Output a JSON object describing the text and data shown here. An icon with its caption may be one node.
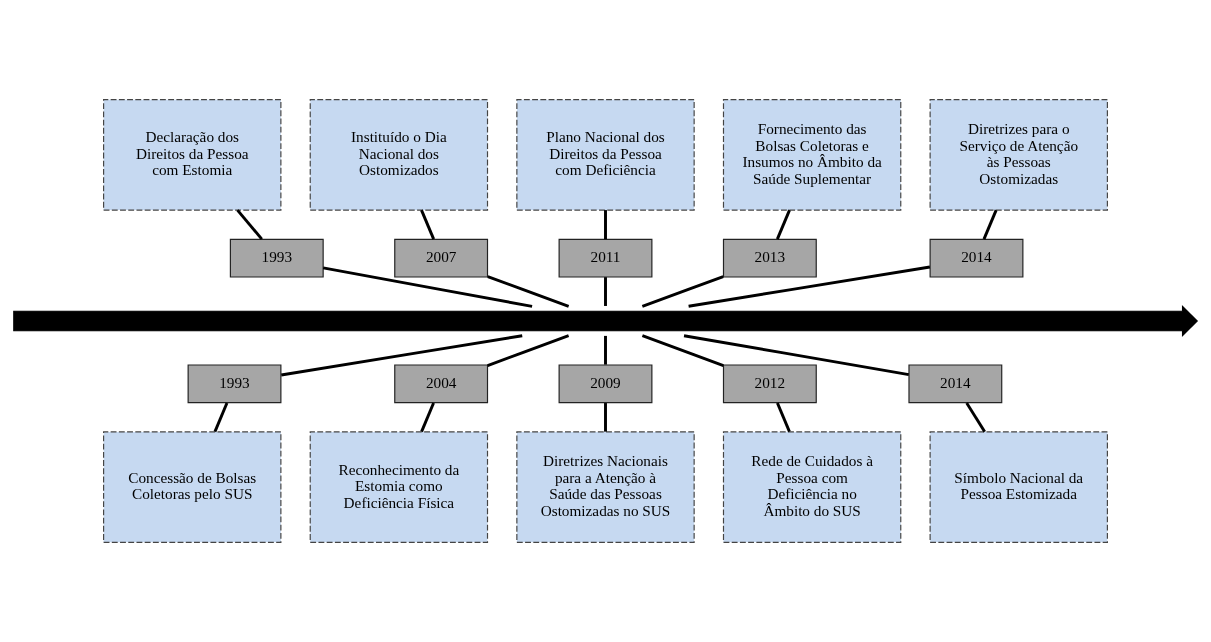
{
  "diagram": {
    "nodes": [
      {
        "text": [
          "Declaração dos Direitos da Pessoa com Estomia"
        ]
      },
      {
        "text": [
          "Instituído o Dia Nacional dos Ostomizados"
        ]
      },
      {
        "text": [
          "Plano Nacional dos Direitos da Pessoa com Deficiência"
        ]
      },
      {
        "text": [
          "Fornecimento das Bolsas Coletoras e Insumos no Âmbito da Saúde Suplementar"
        ]
      },
      {
        "text": [
          "Diretrizes para o Serviço de Atenção às Pessoas Ostomizadas"
        ]
      },
      {
        "text": [
          "1993"
        ]
      },
      {
        "text": [
          "2007"
        ]
      },
      {
        "text": [
          "2011"
        ]
      },
      {
        "text": [
          "2013"
        ]
      },
      {
        "text": [
          "2014"
        ]
      },
      {
        "text": [],
        "shape": "arrow"
      },
      {
        "text": [
          "1993"
        ]
      },
      {
        "text": [
          "2004"
        ]
      },
      {
        "text": [
          "2009"
        ]
      },
      {
        "text": [
          "2012"
        ]
      },
      {
        "text": [
          "2014"
        ]
      },
      {
        "text": [
          "Concessão de Bolsas Coletoras pelo SUS"
        ]
      },
      {
        "text": [
          "Reconhecimento da Estomia como Deficiência Física"
        ]
      },
      {
        "text": [
          "Diretrizes Nacionais para a Atenção à Saúde das Pessoas Ostomizadas no SUS"
        ]
      },
      {
        "text": [
          "Rede de Cuidados à Pessoa com Deficiência no Âmbito do SUS"
        ]
      },
      {
        "text": [
          "Símbolo Nacional da Pessoa Estomizada"
        ]
      }
    ],
    "edges": [
      {
        "from": 0,
        "to": 5,
        "arrow": "none"
      },
      {
        "from": 1,
        "to": 6,
        "arrow": "none"
      },
      {
        "from": 2,
        "to": 7,
        "arrow": "none"
      },
      {
        "from": 3,
        "to": 8,
        "arrow": "none"
      },
      {
        "from": 4,
        "to": 9,
        "arrow": "none"
      },
      {
        "from": 5,
        "to": 10,
        "arrow": "none"
      },
      {
        "from": 6,
        "to": 10,
        "arrow": "none"
      },
      {
        "from": 7,
        "to": 10,
        "arrow": "none"
      },
      {
        "from": 8,
        "to": 10,
        "arrow": "none"
      },
      {
        "from": 9,
        "to": 10,
        "arrow": "none"
      },
      {
        "from": 10,
        "to": 11,
        "arrow": "none"
      },
      {
        "from": 10,
        "to": 12,
        "arrow": "none"
      },
      {
        "from": 10,
        "to": 13,
        "arrow": "none"
      },
      {
        "from": 10,
        "to": 14,
        "arrow": "none"
      },
      {
        "from": 10,
        "to": 15,
        "arrow": "none"
      },
      {
        "from": 11,
        "to": 16,
        "arrow": "none"
      },
      {
        "from": 12,
        "to": 17,
        "arrow": "none"
      },
      {
        "from": 13,
        "to": 18,
        "arrow": "none"
      },
      {
        "from": 14,
        "to": 19,
        "arrow": "none"
      },
      {
        "from": 15,
        "to": 20,
        "arrow": "none"
      }
    ]
  }
}
